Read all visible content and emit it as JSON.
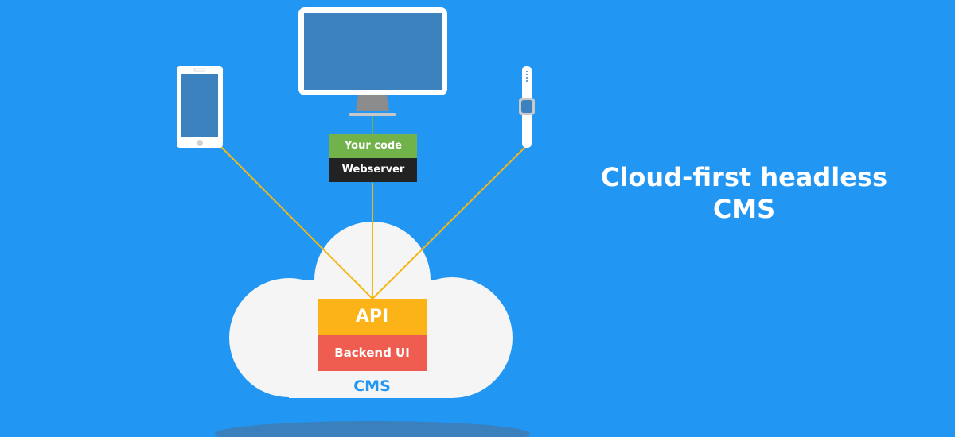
{
  "title": "Cloud-first headless CMS",
  "devices": [
    {
      "name": "smartphone"
    },
    {
      "name": "desktop-monitor"
    },
    {
      "name": "smartwatch"
    }
  ],
  "stack_top": {
    "your_code": "Your code",
    "webserver": "Webserver"
  },
  "cloud": {
    "api": "API",
    "backend_ui": "Backend UI",
    "label": "CMS"
  },
  "colors": {
    "background": "#2196f3",
    "screen": "#3b82bf",
    "connector": "#f5b715",
    "your_code": "#72b24a",
    "webserver": "#222222",
    "api": "#fbb317",
    "backend_ui": "#ef5d50",
    "cloud": "#f5f5f5",
    "shadow": "#3a80bd"
  }
}
